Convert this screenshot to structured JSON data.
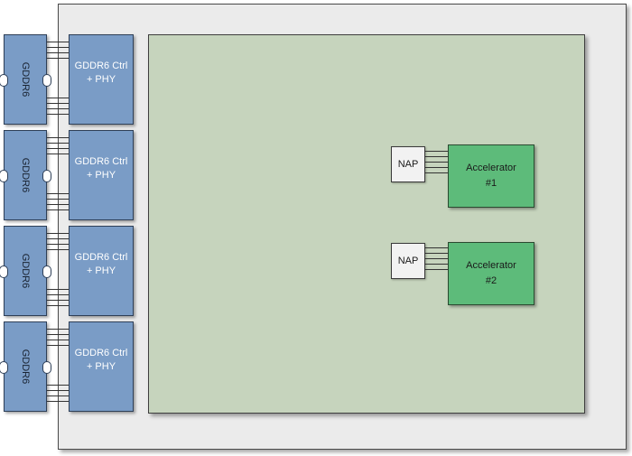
{
  "memory_channels": [
    {
      "mem_label": "GDDR6",
      "ctrl_line1": "GDDR6 Ctrl",
      "ctrl_line2": "+ PHY"
    },
    {
      "mem_label": "GDDR6",
      "ctrl_line1": "GDDR6 Ctrl",
      "ctrl_line2": "+ PHY"
    },
    {
      "mem_label": "GDDR6",
      "ctrl_line1": "GDDR6 Ctrl",
      "ctrl_line2": "+ PHY"
    },
    {
      "mem_label": "GDDR6",
      "ctrl_line1": "GDDR6 Ctrl",
      "ctrl_line2": "+ PHY"
    }
  ],
  "accelerators": [
    {
      "nap_label": "NAP",
      "name": "Accelerator",
      "number": "#1"
    },
    {
      "nap_label": "NAP",
      "name": "Accelerator",
      "number": "#2"
    }
  ],
  "colors": {
    "chip_bg": "#ebebeb",
    "fabric_bg": "#c6d4bd",
    "memory_blue": "#7a9cc6",
    "accelerator_green": "#5dbb7a",
    "nap_bg": "#f2f2f2"
  }
}
